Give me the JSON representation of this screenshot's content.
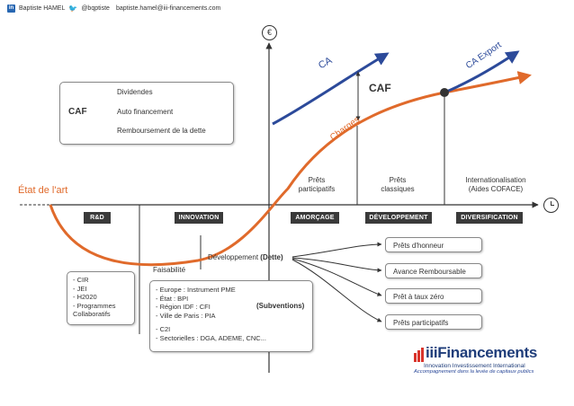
{
  "header": {
    "author": "Baptiste HAMEL",
    "twitter": "@bqptiste",
    "email": "baptiste.hamel@iii-financements.com"
  },
  "axes": {
    "y_symbol": "€",
    "x_symbol": "clock-icon"
  },
  "curves": {
    "ca": "CA",
    "ca_export": "CA Export",
    "charges": "Charges",
    "caf": "CAF",
    "etat_art": "État de l'art"
  },
  "caf_box": {
    "label": "CAF",
    "items": [
      "Dividendes",
      "Auto financement",
      "Remboursement de la dette"
    ]
  },
  "phases": [
    "R&D",
    "INNOVATION",
    "AMORÇAGE",
    "DÉVELOPPEMENT",
    "DIVERSIFICATION"
  ],
  "upper_labels": {
    "prets_participatifs": [
      "Prêts",
      "participatifs"
    ],
    "prets_classiques": [
      "Prêts",
      "classiques"
    ],
    "internationalisation": [
      "Internationalisation",
      "(Aides COFACE)"
    ]
  },
  "developpement": {
    "label": "Développement",
    "dette": "(Dette)"
  },
  "faisabilite": "Faisabilité",
  "financing": [
    "Prêts d'honneur",
    "Avance Remboursable",
    "Prêt à taux zéro",
    "Prêts participatifs"
  ],
  "rd_box": [
    "- CIR",
    "- JEI",
    "- H2020",
    "- Programmes",
    "Collaboratifs"
  ],
  "subventions_box": {
    "items": [
      "- Europe : Instrument PME",
      "- État : BPI",
      "- Région IDF : CFI",
      "- Ville de Paris : PIA"
    ],
    "label": "(Subventions)",
    "extra": [
      "- C2I",
      "- Sectorielles : DGA, ADEME, CNC..."
    ]
  },
  "logo": {
    "name": "iiiFinancements",
    "tagline": "Innovation Investissement International",
    "subtitle": "Accompagnement dans la levée de capitaux publics"
  },
  "colors": {
    "orange": "#e06a2b",
    "blue": "#2c4a9a",
    "dark": "#3a3a3a",
    "red": "#d9342b"
  }
}
